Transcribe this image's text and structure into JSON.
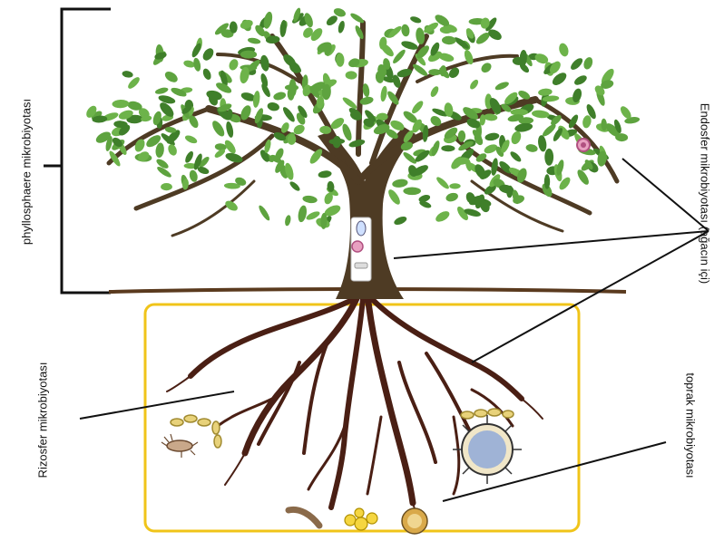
{
  "labels": {
    "phyllosphere": "phyllosphaere mikrobiyotası",
    "endosphere": "Endosfer mikrobiyotası (ağacın içi)",
    "rhizosphere": "Rizosfer mikrobiyotası",
    "soil": "toprak mikrobiyotası"
  },
  "colors": {
    "leaf": "#5ea33f",
    "leaf_dark": "#3f7f2a",
    "trunk": "#4e3b24",
    "root": "#4a1f14",
    "soil_box": "#f0c419",
    "lines": "#111111"
  },
  "microbes": [
    {
      "name": "microbe-chain-icon",
      "kind": "bacilli-chain"
    },
    {
      "name": "microbe-flagellate-icon",
      "kind": "flagellate"
    },
    {
      "name": "microbe-rod-chain-icon",
      "kind": "rod-chain"
    },
    {
      "name": "microbe-virus-icon",
      "kind": "spiked-sphere"
    },
    {
      "name": "microbe-vibrio-icon",
      "kind": "curved-rod"
    },
    {
      "name": "microbe-cluster-icon",
      "kind": "yeast-cluster"
    },
    {
      "name": "microbe-spore-icon",
      "kind": "small-spiked-sphere"
    }
  ]
}
